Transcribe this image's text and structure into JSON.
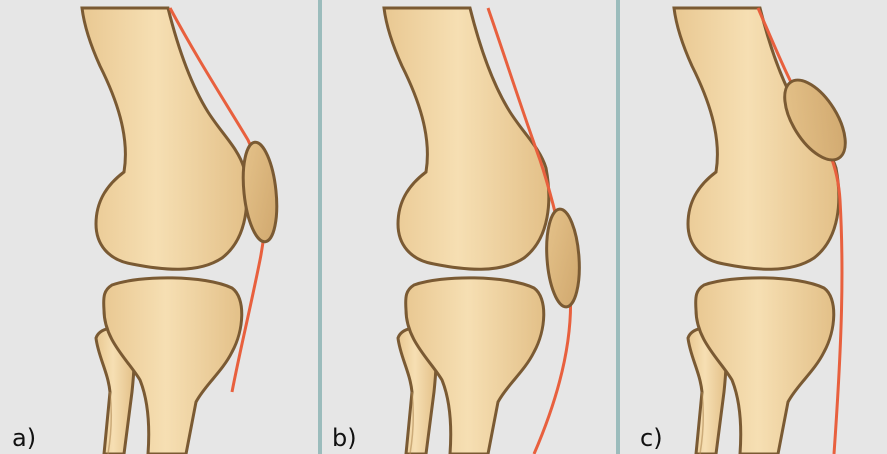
{
  "figure": {
    "panels": [
      {
        "label": "a)"
      },
      {
        "label": "b)"
      },
      {
        "label": "c)"
      }
    ]
  },
  "colors": {
    "background": "#e6e6e6",
    "bone_fill": "#f3d8a8",
    "bone_fill_dark": "#e7c58c",
    "bone_outline": "#7a5a33",
    "patella_fill": "#e0bc82",
    "tendon": "#e8603e",
    "divider": "#9bbcbc"
  }
}
